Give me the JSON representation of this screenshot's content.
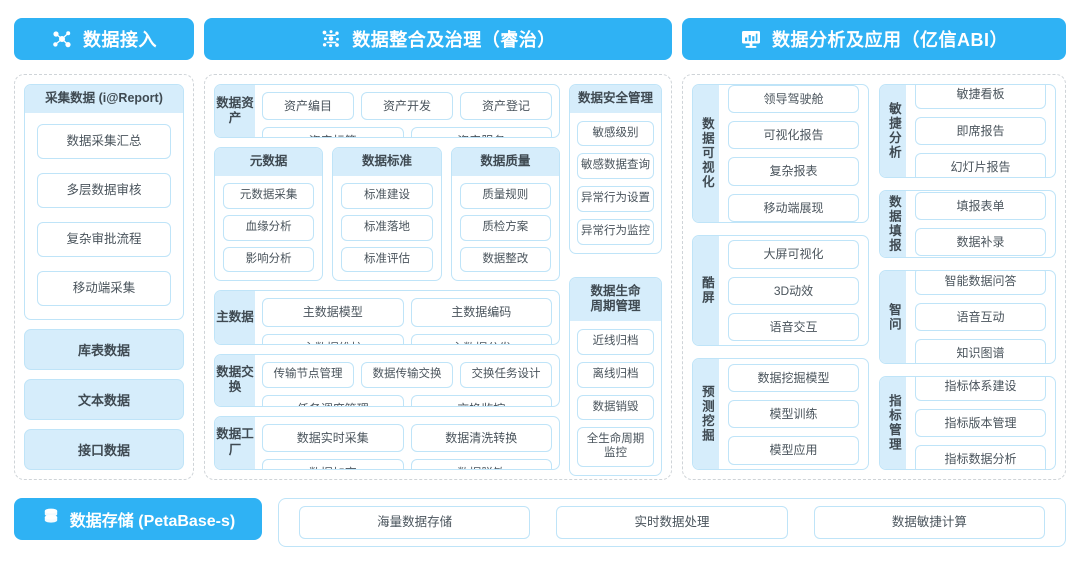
{
  "columns": {
    "left": {
      "header": {
        "title": "数据接入",
        "icon": "molecule-nodes-icon"
      },
      "collect_card": {
        "title": "采集数据 (i@Report)",
        "items": [
          "数据采集汇总",
          "多层数据审核",
          "复杂审批流程",
          "移动端采集"
        ]
      },
      "blocks": [
        "库表数据",
        "文本数据",
        "接口数据"
      ]
    },
    "middle": {
      "header": {
        "title": "数据整合及治理（睿治）",
        "icon": "dots-scatter-icon"
      },
      "asset_row": {
        "label": "数据资产",
        "row1": [
          "资产编目",
          "资产开发",
          "资产登记"
        ],
        "row2": [
          "资产标签",
          "资产服务"
        ]
      },
      "triple": [
        {
          "title": "元数据",
          "items": [
            "元数据采集",
            "血缘分析",
            "影响分析"
          ]
        },
        {
          "title": "数据标准",
          "items": [
            "标准建设",
            "标准落地",
            "标准评估"
          ]
        },
        {
          "title": "数据质量",
          "items": [
            "质量规则",
            "质检方案",
            "数据整改"
          ]
        }
      ],
      "master_row": {
        "label": "主数据",
        "row1": [
          "主数据模型",
          "主数据编码"
        ],
        "row2": [
          "主数据维护",
          "主数据分发"
        ]
      },
      "exchange_row": {
        "label": "数据交换",
        "row1": [
          "传输节点管理",
          "数据传输交换",
          "交换任务设计"
        ],
        "row2": [
          "任务调度管理",
          "交换监控"
        ]
      },
      "factory_row": {
        "label": "数据工厂",
        "row1": [
          "数据实时采集",
          "数据清洗转换"
        ],
        "row2": [
          "数据加密",
          "数据脱敏"
        ]
      },
      "security_card": {
        "title": "数据安全管理",
        "items": [
          "敏感级别",
          "敏感数据查询",
          "异常行为设置",
          "异常行为监控"
        ]
      },
      "lifecycle_card": {
        "title": "数据生命\n周期管理",
        "items": [
          "近线归档",
          "离线归档",
          "数据销毁",
          "全生命周期\n监控"
        ]
      }
    },
    "right": {
      "header": {
        "title": "数据分析及应用（亿信ABI）",
        "icon": "monitor-chart-icon"
      },
      "groups_a": [
        {
          "label": "数据可视化",
          "items": [
            "领导驾驶舱",
            "可视化报告",
            "复杂报表",
            "移动端展现"
          ]
        },
        {
          "label": "酷屏",
          "items": [
            "大屏可视化",
            "3D动效",
            "语音交互"
          ]
        },
        {
          "label": "预测挖掘",
          "items": [
            "数据挖掘模型",
            "模型训练",
            "模型应用"
          ]
        }
      ],
      "groups_b": [
        {
          "label": "敏捷分析",
          "items": [
            "敏捷看板",
            "即席报告",
            "幻灯片报告"
          ]
        },
        {
          "label": "数据填报",
          "items": [
            "填报表单",
            "数据补录"
          ]
        },
        {
          "label": "智问",
          "items": [
            "智能数据问答",
            "语音互动",
            "知识图谱"
          ]
        },
        {
          "label": "指标管理",
          "items": [
            "指标体系建设",
            "指标版本管理",
            "指标数据分析"
          ]
        }
      ]
    }
  },
  "bottom": {
    "storage": {
      "title": "数据存储 (PetaBase-s)",
      "icon": "database-stack-icon"
    },
    "items": [
      "海量数据存储",
      "实时数据处理",
      "数据敏捷计算"
    ]
  },
  "colors": {
    "accent": "#2fb2f4",
    "card_title_bg": "#d6edfb",
    "card_border": "#bfe4f8",
    "panel_border": "#cfd4d8",
    "text": "#3f4a52"
  }
}
